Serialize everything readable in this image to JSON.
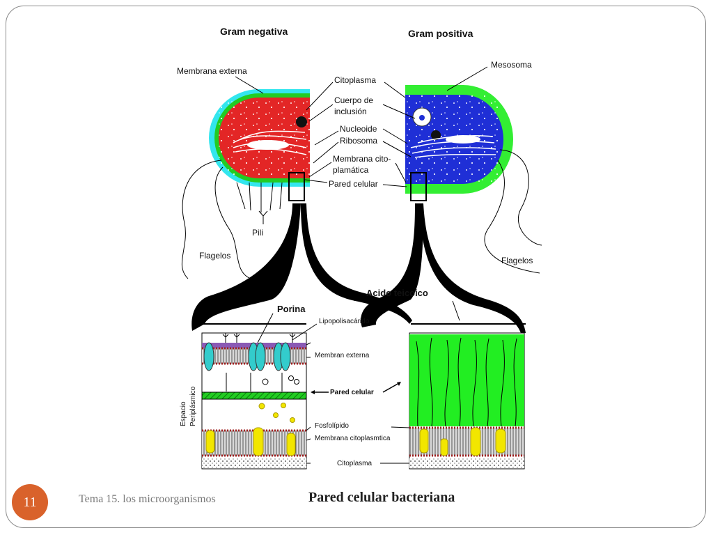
{
  "slide": {
    "number": "11",
    "footer_left": "Tema 15. los microorganismos",
    "footer_title": "Pared celular bacteriana"
  },
  "diagram": {
    "title_negative": "Gram negativa",
    "title_positive": "Gram positiva",
    "labels": {
      "membrana_externa": "Membrana externa",
      "citoplasma": "Citoplasma",
      "cuerpo_de": "Cuerpo de",
      "inclusion": "inclusión",
      "nucleoide": "Nucleoide",
      "ribosoma": "Ribosoma",
      "membrana_cito": "Membrana cito-",
      "plamatica": "plamática",
      "pared_celular": "Pared celular",
      "mesosoma": "Mesosoma",
      "pili": "Pili",
      "flagelos_left": "Flagelos",
      "flagelos_right": "Flagelos",
      "acido_teicoico": "Acido teicoico",
      "porina": "Porina",
      "lipopolisacarido": "Lipopolisacárido",
      "membran_externa": "Membran externa",
      "pared_celular_bold": "Pared celular",
      "espacio": "Espacio",
      "periplasmico": "Periplásmico",
      "fosfolipido": "Fosfolípido",
      "membrana_citoplasmtica": "Membrana citoplasmtica",
      "citoplasma_bottom": "Citoplasma"
    },
    "colors": {
      "gram_negative_cytoplasm": "#e32626",
      "gram_positive_cytoplasm": "#1f2fd6",
      "outer_membrane": "#33e6ee",
      "peptidoglycan": "#22cc22",
      "gram_positive_wall": "#33ee33",
      "porin": "#33cccc",
      "lipid_yellow": "#f2e600",
      "membrane_purple": "#8a5ab5"
    }
  }
}
